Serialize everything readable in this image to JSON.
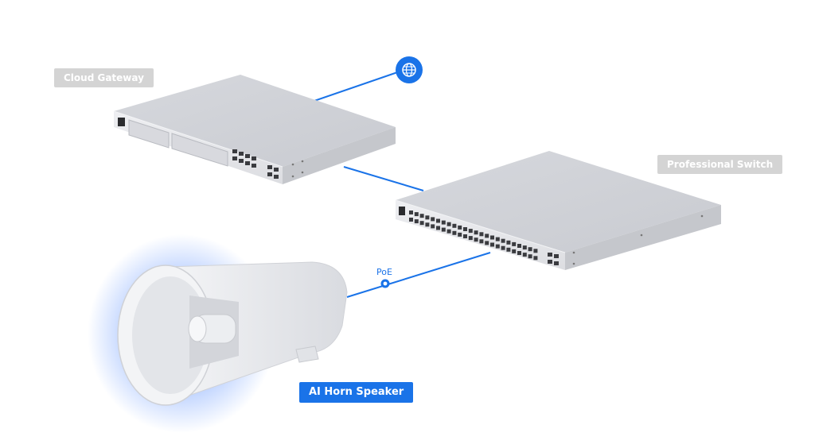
{
  "devices": {
    "gateway_label": "Cloud Gateway",
    "switch_label": "Professional Switch",
    "speaker_label": "AI Horn Speaker"
  },
  "connections": {
    "poe_label": "PoE"
  },
  "icons": {
    "internet": "globe-icon"
  },
  "colors": {
    "accent": "#1a73e8",
    "label_gray": "#d4d4d4",
    "device_body": "#e6e7eb"
  }
}
